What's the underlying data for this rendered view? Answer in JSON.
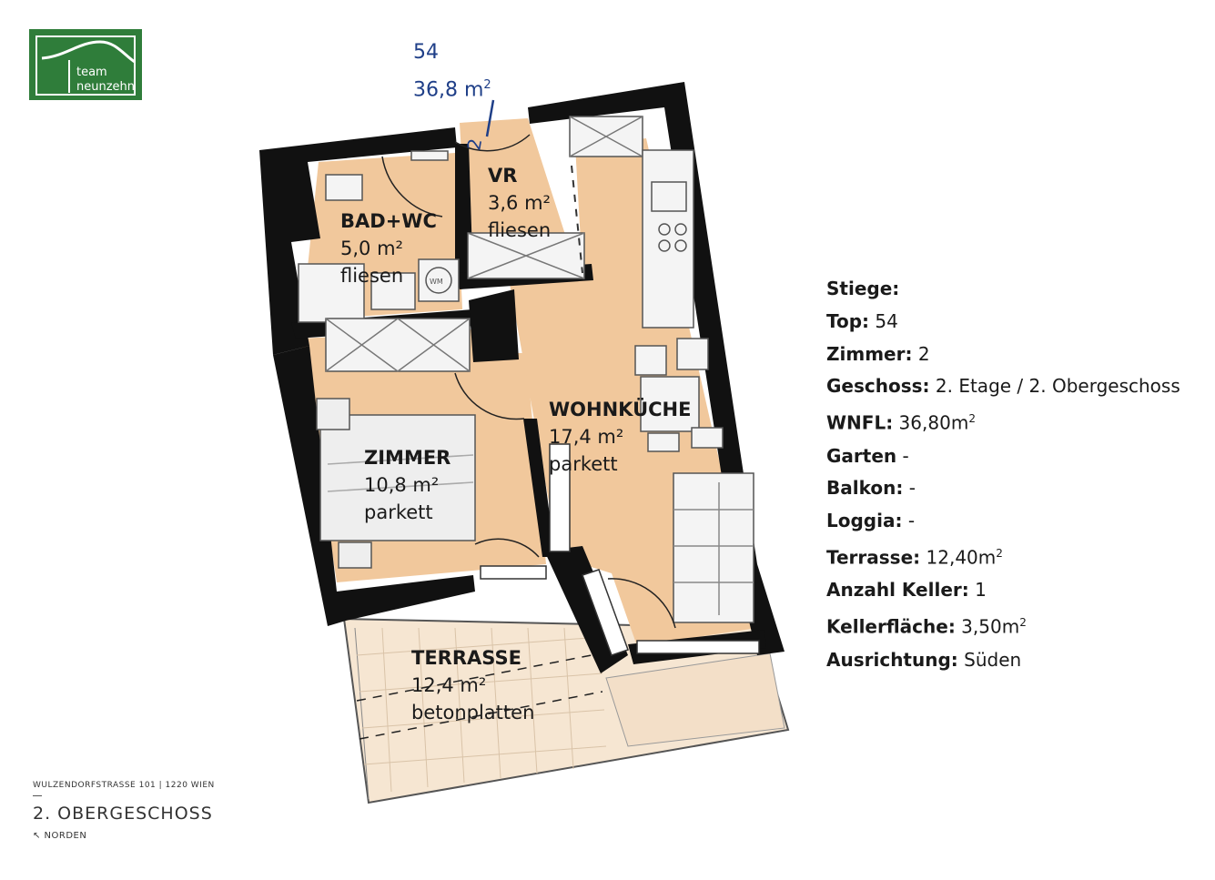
{
  "logo": {
    "line1": "team",
    "line2": "neunzehn"
  },
  "handwritten": {
    "top": "54",
    "area": "36,8 m",
    "area_sup": "2",
    "door_mark": "2"
  },
  "rooms": {
    "bad": {
      "name": "BAD+WC",
      "area": "5,0 m²",
      "floor": "fliesen"
    },
    "vr": {
      "name": "VR",
      "area": "3,6 m²",
      "floor": "fliesen"
    },
    "zimmer": {
      "name": "ZIMMER",
      "area": "10,8 m²",
      "floor": "parkett"
    },
    "wohnkueche": {
      "name": "WOHNKÜCHE",
      "area": "17,4 m²",
      "floor": "parkett"
    },
    "terrasse": {
      "name": "TERRASSE",
      "area": "12,4 m²",
      "floor": "betonplatten"
    }
  },
  "fixtures": {
    "washing_machine": "WM"
  },
  "info": [
    {
      "key": "Stiege:",
      "value": ""
    },
    {
      "key": "Top:",
      "value": " 54"
    },
    {
      "key": "Zimmer:",
      "value": " 2"
    },
    {
      "key": "Geschoss:",
      "value": " 2. Etage / 2. Obergeschoss"
    },
    {
      "key": "WNFL:",
      "value": " 36,80m",
      "sup": "2"
    },
    {
      "key": "Garten",
      "value": " -"
    },
    {
      "key": "Balkon:",
      "value": " -"
    },
    {
      "key": "Loggia:",
      "value": " -"
    },
    {
      "key": "Terrasse:",
      "value": " 12,40m",
      "sup": "2"
    },
    {
      "key": "Anzahl Keller:",
      "value": " 1"
    },
    {
      "key": "Kellerfläche:",
      "value": " 3,50m",
      "sup": "2"
    },
    {
      "key": "Ausrichtung:",
      "value": " Süden"
    }
  ],
  "footer": {
    "address": "WULZENDORFSTRASSE 101 | 1220 WIEN",
    "floor": "2. OBERGESCHOSS",
    "north": "↖ NORDEN"
  },
  "colors": {
    "room_fill": "#f1c89c",
    "wall": "#111111",
    "terrace_fill": "#f6e6d2",
    "logo_green": "#2f7d3a",
    "handwriting": "#1f3f88"
  }
}
